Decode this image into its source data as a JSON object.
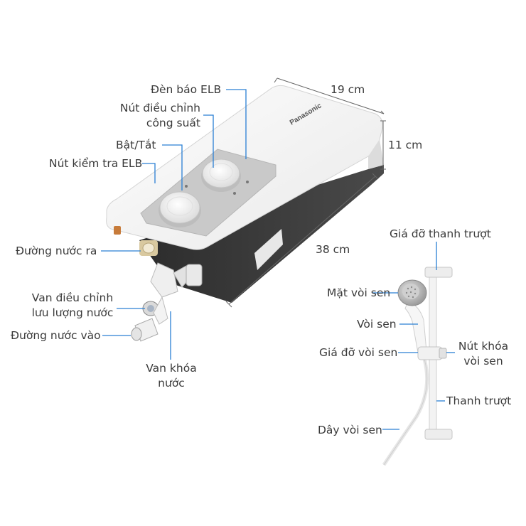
{
  "brand": "Panasonic",
  "colors": {
    "leader": "#2a7fd4",
    "body_white": "#f4f4f4",
    "body_dark": "#3a3a3a",
    "panel_grey": "#c8c8c8"
  },
  "dimensions": {
    "width": "19 cm",
    "depth": "11 cm",
    "height": "38 cm"
  },
  "heater_labels": {
    "elb_light": "Đèn báo ELB",
    "power_knob_line1": "Nút điều chỉnh",
    "power_knob_line2": "công suất",
    "on_off": "Bật/Tắt",
    "elb_test": "Nút kiểm tra ELB",
    "water_out": "Đường nước ra",
    "flow_valve_line1": "Van điều chỉnh",
    "flow_valve_line2": "lưu lượng nước",
    "water_in": "Đường nước vào",
    "shutoff_valve_line1": "Van khóa",
    "shutoff_valve_line2": "nước"
  },
  "shower_labels": {
    "slide_holder": "Giá đỡ thanh trượt",
    "shower_face": "Mặt vòi sen",
    "shower_head": "Vòi sen",
    "head_holder": "Giá đỡ vòi sen",
    "lock_button_line1": "Nút khóa",
    "lock_button_line2": "vòi sen",
    "slide_bar": "Thanh trượt",
    "hose": "Dây vòi sen"
  }
}
